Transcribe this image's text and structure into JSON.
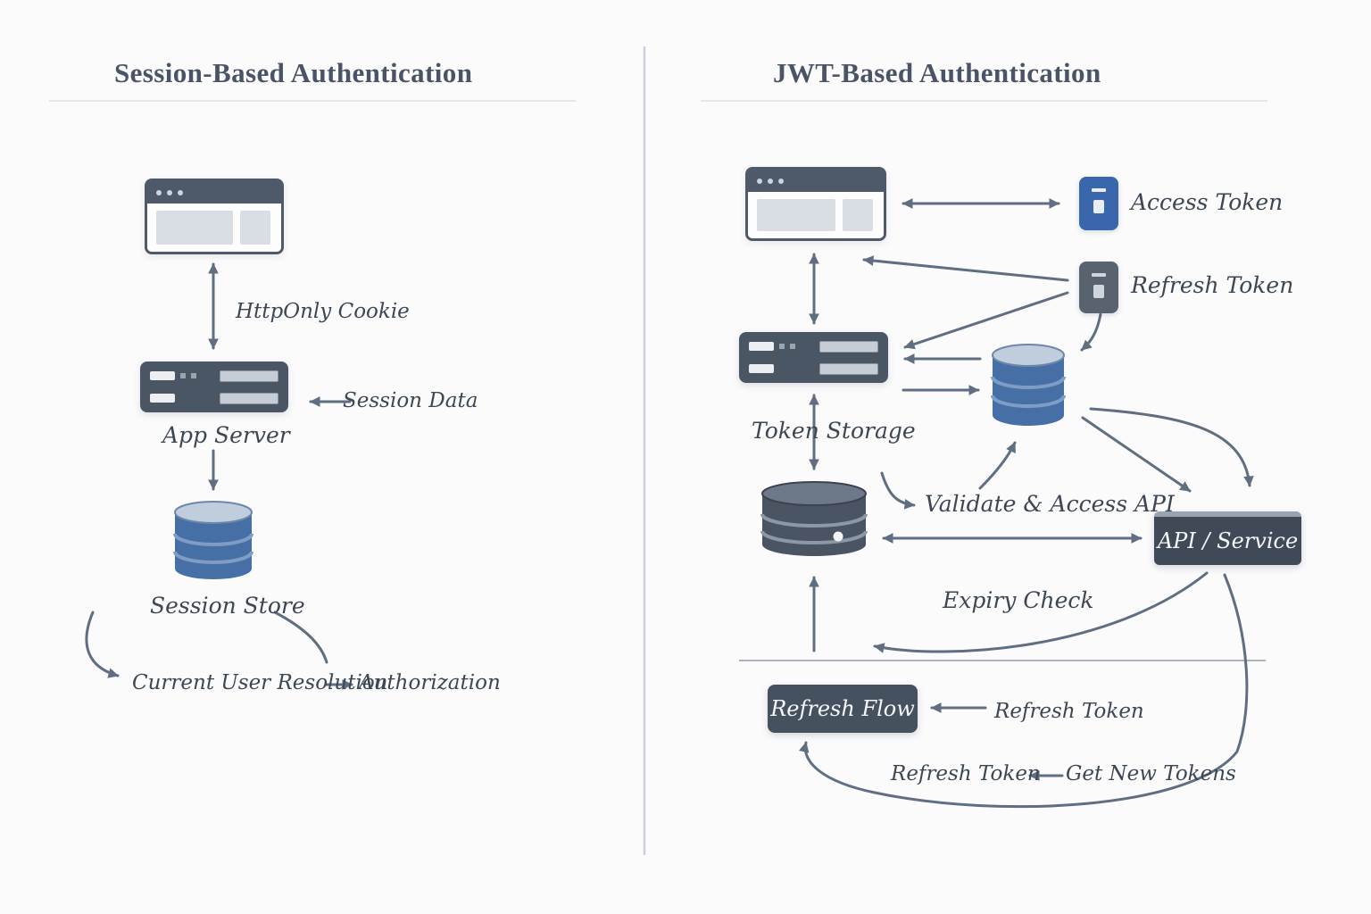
{
  "diagram": {
    "left": {
      "title": "Session-Based Authentication",
      "labels": {
        "httponly_cookie": "HttpOnly Cookie",
        "session_data": "Session Data",
        "app_server": "App Server",
        "session_store": "Session Store",
        "current_user_resolution": "Current User Resolution",
        "authorization": "Authorization"
      }
    },
    "right": {
      "title": "JWT-Based Authentication",
      "labels": {
        "access_token": "Access Token",
        "refresh_token": "Refresh Token",
        "token_storage": "Token Storage",
        "validate_access_api": "Validate & Access API",
        "api_service": "API / Service",
        "expiry_check": "Expiry Check",
        "refresh_flow": "Refresh Flow",
        "refresh_token_mid": "Refresh Token",
        "refresh_token_bottom": "Refresh Token",
        "get_new_tokens": "Get New Tokens"
      }
    },
    "colors": {
      "slate": "#4b5665",
      "blue": "#466fa6",
      "arrow": "#5f6e80",
      "text": "#3d4753"
    }
  }
}
